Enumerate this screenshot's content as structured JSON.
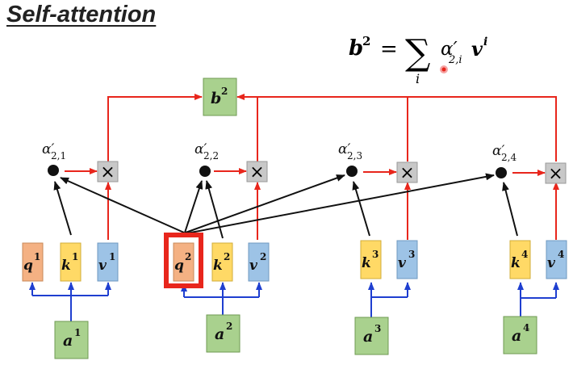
{
  "title": "Self-attention",
  "formula": {
    "lhs": "b",
    "lhs_sup": "2",
    "equals": "=",
    "sum_symbol": "∑",
    "sum_index": "i",
    "alpha": "α′",
    "alpha_sub": "2,i",
    "v": "v",
    "v_sup": "i"
  },
  "output": {
    "letter": "b",
    "sup": "2"
  },
  "multiply_symbol": "×",
  "alpha_labels": [
    {
      "main": "α′",
      "sub": "2,1"
    },
    {
      "main": "α′",
      "sub": "2,2"
    },
    {
      "main": "α′",
      "sub": "2,3"
    },
    {
      "main": "α′",
      "sub": "2,4"
    }
  ],
  "vectors": {
    "q1": {
      "letter": "q",
      "sup": "1"
    },
    "k1": {
      "letter": "k",
      "sup": "1"
    },
    "v1": {
      "letter": "v",
      "sup": "1"
    },
    "q2": {
      "letter": "q",
      "sup": "2"
    },
    "k2": {
      "letter": "k",
      "sup": "2"
    },
    "v2": {
      "letter": "v",
      "sup": "2"
    },
    "k3": {
      "letter": "k",
      "sup": "3"
    },
    "v3": {
      "letter": "v",
      "sup": "3"
    },
    "k4": {
      "letter": "k",
      "sup": "4"
    },
    "v4": {
      "letter": "v",
      "sup": "4"
    }
  },
  "inputs": [
    {
      "letter": "a",
      "sup": "1"
    },
    {
      "letter": "a",
      "sup": "2"
    },
    {
      "letter": "a",
      "sup": "3"
    },
    {
      "letter": "a",
      "sup": "4"
    }
  ],
  "colors": {
    "query": "#f4b183",
    "key": "#ffd966",
    "value": "#9dc3e6",
    "input": "#a9d18e",
    "red_line": "#e8261c",
    "blue_line": "#1f3fd0",
    "black_line": "#111111",
    "multiply_box": "#c8c8c8",
    "highlight": "#e8261c"
  }
}
